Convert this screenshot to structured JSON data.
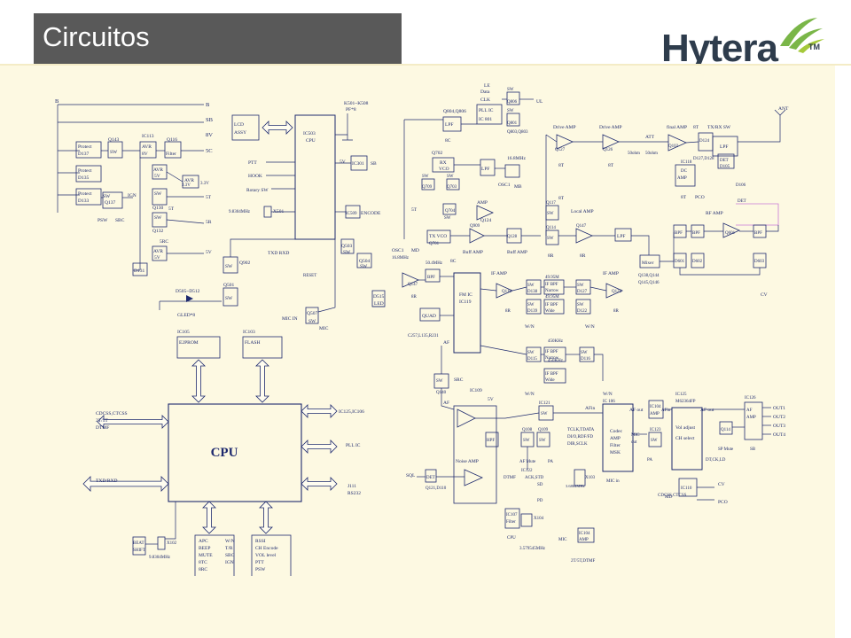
{
  "slide": {
    "title": "Circuitos",
    "logo_text": "Hytera",
    "logo_tm": "TM"
  },
  "colors": {
    "title_bg": "#595959",
    "content_bg": "#fdf9e2",
    "ink": "#1e2a6e",
    "logo_text": "#2e3c4c",
    "logo_green": "#7ab648"
  },
  "diagram": {
    "labels": {
      "b_top": "B",
      "b_right": "B",
      "sb": "SB",
      "v8": "8V",
      "v5c": "5C",
      "protect_d137": "Protect",
      "d137": "D137",
      "protect_d135": "Protect",
      "d135": "D135",
      "protect_d133": "Protect",
      "d133": "D133",
      "q143": "Q143",
      "q143_sw": "SW",
      "q137": "Q137",
      "q137_sw": "SW",
      "ign": "IGN",
      "psw": "PSW",
      "sbc": "SBC",
      "ic113": "IC113",
      "avr_8v": "AVR",
      "v8_lbl": "8V",
      "q116": "Q116",
      "filter1": "Filter",
      "avr_5v": "AVR",
      "v5": "5V",
      "avr_33": "AVR",
      "v33": "3.3V",
      "v33r": "3.3V",
      "q130": "Q130",
      "q130_sw": "SW",
      "t5": "5T",
      "t5r": "5T",
      "q132": "Q132",
      "q132_sw": "SW",
      "r5": "5R",
      "src": "5RC",
      "avr_5v2": "AVR",
      "v5b": "5V",
      "d131": "D131",
      "v5r": "5V",
      "lcd": "LCD",
      "assy": "ASSY",
      "ic503": "IC503",
      "cpu_small": "CPU",
      "ptt": "PTT",
      "hook": "HOOK",
      "rotary": "Rotary SW",
      "osc_9830": "9.8304MHz",
      "x501": "X501",
      "v5_ic301": "5V",
      "ic301": "IC301",
      "sb_ic301": "SB",
      "ic509": "IC509",
      "encode": "ENCODE",
      "k501": "K501~K508",
      "pf": "PF*8",
      "txd_rxd": "TXD RXD",
      "reset": "RESET",
      "q902": "Q902",
      "q902_sw": "SW",
      "q501": "Q501",
      "q501_sw": "SW",
      "q503": "Q503",
      "q503_sw": "SW",
      "q504": "Q504",
      "q504_sw": "SW",
      "d515": "D515",
      "led": "LED",
      "d505": "D505~D512",
      "gled": "GLED*8",
      "q507": "Q507",
      "mic_in": "MIC IN",
      "q507_sw": "SW",
      "mic": "MIC",
      "le": "LE",
      "data": "Data",
      "clk": "CLK",
      "q804": "Q804,Q806",
      "lpf_pll": "LPF",
      "pll_ic": "PLL IC",
      "ic801": "IC 801",
      "q806": "Q806",
      "q806_sw": "SW",
      "q801": "Q801",
      "q801_sw": "SW",
      "q803": "Q803,Q803",
      "ul": "UL",
      "bc": "8C",
      "q702": "Q702",
      "rx": "RX",
      "vco": "VCO",
      "q709": "Q709",
      "q709_sw": "SW",
      "q703": "Q703",
      "q703_sw": "SW",
      "st": "5T",
      "q704": "Q704",
      "q704_sw": "SW",
      "tx_vco": "TX VCO",
      "q701": "Q701",
      "lpf_vco": "LPF",
      "f168": "16.8MHz",
      "mb": "MB",
      "osc1": "OSC1",
      "amp_q124": "AMP",
      "q124": "Q124",
      "q909": "Q909",
      "buff_amp1": "Buff AMP",
      "q128": "Q128",
      "buff_amp2": "Buff AMP",
      "bc2": "8C",
      "drive_amp1": "Drive AMP",
      "q127": "Q127",
      "q127_t": "8T",
      "drive_amp2": "Drive AMP",
      "q126": "Q126",
      "q126_t": "8T",
      "att": "ATT",
      "ohm50_1": "50ohm",
      "ohm50_2": "50ohm",
      "final_amp": "final AMP",
      "q102": "Q102",
      "t8": "8T",
      "txrx_sw": "TX/RX SW",
      "lpf_ant": "LPF",
      "ant": "ANT",
      "d124": "D124",
      "d127": "D127,D128",
      "det1": "DET",
      "d105": "D105",
      "dc": "DC",
      "amp_ic118": "AMP",
      "ic118": "IC118",
      "t8b": "8T",
      "pco": "PCO",
      "d106": "D106",
      "det2": "DET",
      "q117": "Q117",
      "q117_sw": "SW",
      "t8c": "8T",
      "q114": "Q114",
      "q114_sw": "SW",
      "r8": "8R",
      "local_amp": "Local AMP",
      "q147": "Q147",
      "r8b": "8R",
      "lpf_local": "LPF",
      "mixer": "Mixer",
      "q138": "Q138,Q144",
      "q145": "Q145,Q146",
      "bpf1": "BPF",
      "bpf2": "BPF",
      "rf_amp": "RF AMP",
      "q601": "Q601",
      "bpf3": "BPF",
      "d601": "D601",
      "d602": "D602",
      "d603": "D603",
      "cv": "CV",
      "osc1b": "OSC1",
      "md": "MD",
      "f168b": "16.8MHz",
      "q147b": "Q147",
      "f50": "50.4MHz",
      "bpf_if": "BPF",
      "r8c": "8R",
      "if_amp1": "IF AMP",
      "q118": "Q118",
      "r8d": "8R",
      "fm_ic": "FM IC",
      "ic119": "IC119",
      "q138b": "SW",
      "d138": "D138",
      "if_bpf1": "IF BPF",
      "narrow1": "Narrow",
      "f495_1": "49.95M",
      "f495_2": "49.95M",
      "if_bpf2": "IF BPF",
      "wide1": "Wide",
      "sw_d139": "SW",
      "d139": "D139",
      "sw_d127": "SW",
      "d127b": "D127",
      "sw_d122": "SW",
      "d122": "D122",
      "if_amp2": "IF AMP",
      "q125": "Q125",
      "r8e": "8R",
      "wn1": "W/N",
      "wn2": "W/N",
      "quad": "QUAD",
      "c257": "C257,L135,R231",
      "af": "AF",
      "f450_1": "450KHz",
      "sw_d115": "SW",
      "d115": "D115",
      "if_bpf3": "IF BPF",
      "narrow2": "Narrow",
      "f450_2": "450KHz",
      "if_bpf4": "IF BPF",
      "wide2": "Wide",
      "sw_d116": "SW",
      "d116": "D116",
      "wn3": "W/N",
      "wn4": "W/N",
      "q140": "Q140",
      "q140_sw": "SW",
      "src2": "SRC",
      "ic109": "IC109",
      "v5c2": "5V",
      "af2": "AF",
      "hpf": "HPF",
      "noise_amp": "Noise AMP",
      "sql": "SQL",
      "det3": "DET",
      "d121": "Q121,D110",
      "ic121": "IC121",
      "ic121_sw": "SW",
      "q108": "Q108",
      "q108_sw": "SW",
      "q109": "Q109",
      "q109_sw": "SW",
      "af_mute": "AF Mute",
      "pa": "PA",
      "ic122": "IC122",
      "dtmf": "DTMF",
      "ack": "ACK,STD",
      "sd": "SD",
      "pd": "PD",
      "x103": "X103",
      "f3686": "3.6864MHz",
      "afin": "AFin",
      "ic106": "IC 106",
      "codec": "Codec",
      "amp_codec": "AMP",
      "filter_codec": "Filter",
      "msk": "MSK",
      "tclk": "TCLK,TDATA",
      "dio": "DI/O,RDF/FD",
      "dir": "DIR,SCLK",
      "mic_in2": "MIC in",
      "ic107": "IC107",
      "filter2": "Filter",
      "cpu2": "CPU",
      "x104": "X104",
      "f3579": "3.579545MHz",
      "mic2": "MIC",
      "ic104b": "IC104",
      "amp_ic104b": "AMP",
      "t2": "2T/5T,DTMF",
      "af_out": "AF out",
      "ic104": "IC104",
      "amp_ic104": "AMP",
      "afin2": "AFin",
      "ic125": "IC125",
      "m62364": "M62364FP",
      "af_out2": "AF out",
      "vol_adjust": "Vol adjust",
      "ch_select": "CH select",
      "mic_out": "MIC",
      "out_lbl": "out",
      "ic123": "IC123",
      "ic123_sw": "SW",
      "pa2": "PA",
      "sp_mute": "SP Mute",
      "q114b": "Q114",
      "dt_ck": "DT,CK,LD",
      "cdcss_side": "CDCSS,CTCSS",
      "ic110": "IC110",
      "md2": "MD",
      "cv2": "CV",
      "pco2": "PCO",
      "ic126": "IC126",
      "af_amp": "AF",
      "amp_ic126": "AMP",
      "sb2": "SB",
      "out1": "OUT1",
      "out2": "OUT2",
      "out3": "OUT3",
      "out4": "OUT4",
      "ic105": "IC105",
      "e2prom": "E2PROM",
      "ic103": "IC103",
      "flash": "FLASH",
      "cpu_main": "CPU",
      "cdcss_ctcss": "CDCSS,CTCSS",
      "t25": "2T/5T",
      "dtmf2": "DTMF",
      "txd_rxd2": "TXD/RXD",
      "ic125_106": "IC125,IC106",
      "pll_ic2": "PLL IC",
      "j111": "J111",
      "rs232": "RS232",
      "beat": "BEAT",
      "shift": "SHIFT",
      "x102": "X102",
      "f9830b": "9.8304MHz",
      "apc": "APC",
      "beep": "BEEP",
      "mute": "MUTE",
      "t8d": "8TC",
      "r8f": "8RC",
      "wn5": "W/N",
      "tr": "T/R",
      "sbc2": "SBC",
      "ign2": "IGN",
      "rssi": "RSSI",
      "ch_encode": "CH Encode",
      "vol_level": "VOL level",
      "ptt2": "PTT",
      "psw2": "PSW"
    }
  }
}
